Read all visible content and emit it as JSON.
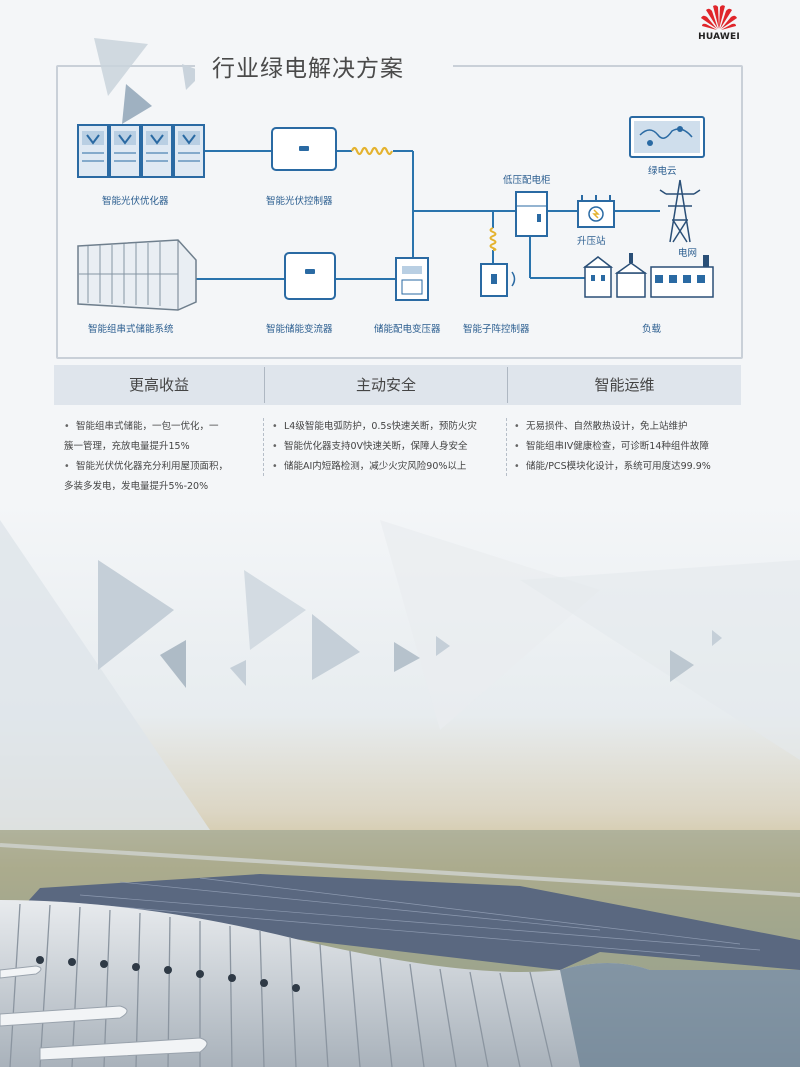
{
  "brand": {
    "name": "HUAWEI",
    "color": "#e0262b"
  },
  "page_title": "行业绿电解决方案",
  "diagram": {
    "nodes": {
      "pv_optimizer": "智能光伏优化器",
      "pv_controller": "智能光伏控制器",
      "storage_system": "智能组串式储能系统",
      "pcs": "智能储能变流器",
      "transformer": "储能配电变压器",
      "sub_array_controller": "智能子阵控制器",
      "lv_cabinet": "低压配电柜",
      "booster": "升压站",
      "green_cloud": "绿电云",
      "grid": "电网",
      "load": "负载"
    }
  },
  "features": [
    {
      "title": "更高收益",
      "bullets": [
        "智能组串式储能，一包一优化，一",
        "簇一管理，充放电量提升15%",
        "智能光伏优化器充分利用屋顶面积，",
        "多装多发电，发电量提升5%-20%"
      ]
    },
    {
      "title": "主动安全",
      "bullets": [
        "L4级智能电弧防护，0.5s快速关断，预防火灾",
        "智能优化器支持0V快速关断，保障人身安全",
        "储能AI内短路检测，减少火灾风险90%以上"
      ]
    },
    {
      "title": "智能运维",
      "bullets": [
        "无易损件、自然散热设计，免上站维护",
        "智能组串IV健康检查，可诊断14种组件故障",
        "储能/PCS模块化设计，系统可用度达99.9%"
      ]
    }
  ],
  "colors": {
    "line": "#2a74ad",
    "device_border": "#2a6aa3",
    "coil": "#e4b22e",
    "tab_bg": "#dfe5ec"
  }
}
